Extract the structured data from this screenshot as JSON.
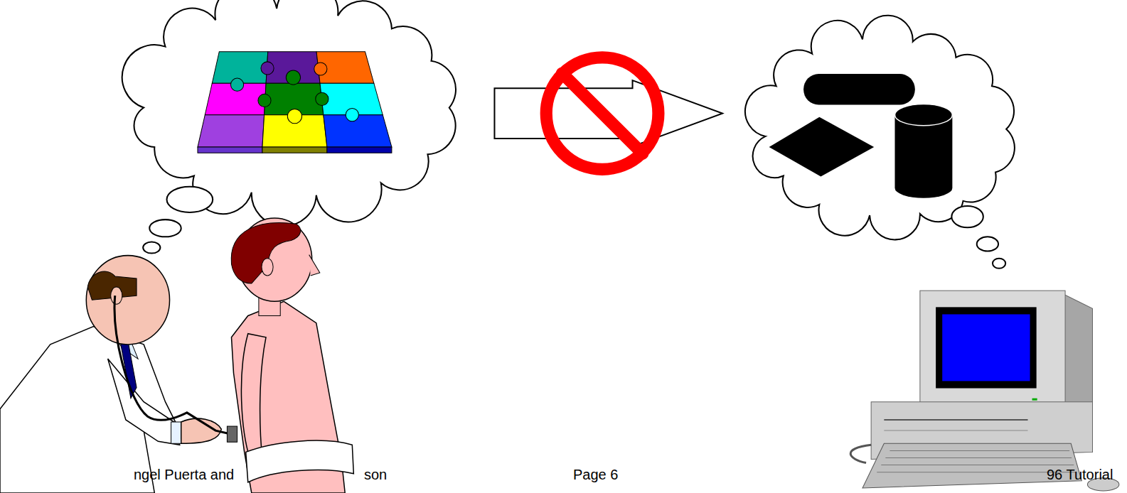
{
  "diagram": {
    "labels": [
      "ngel Puerta and",
      "son",
      "Page 6",
      "96 Tutorial"
    ]
  }
}
